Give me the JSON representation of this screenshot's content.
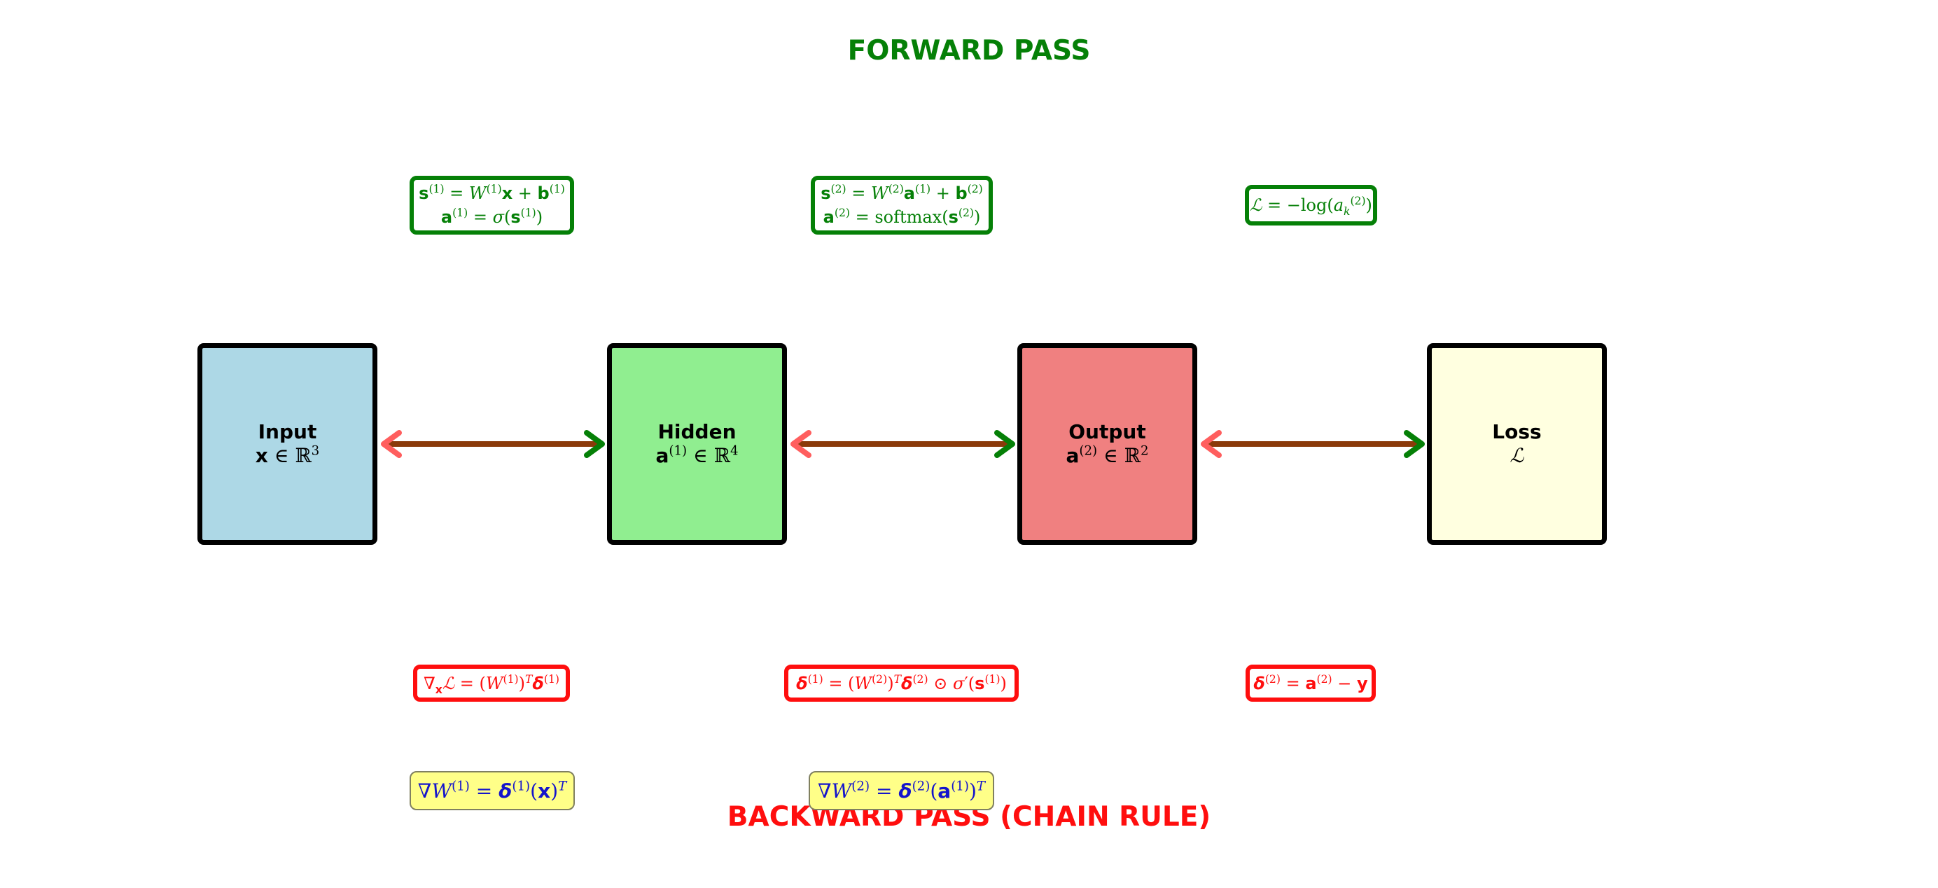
{
  "titles": {
    "forward": "FORWARD PASS",
    "backward": "BACKWARD PASS (CHAIN RULE)"
  },
  "nodes": [
    {
      "name": "Input",
      "dim": "x ∈ ℝ³",
      "color": "#add8e6"
    },
    {
      "name": "Hidden",
      "dim": "a⁽¹⁾ ∈ ℝ⁴",
      "color": "#90ee90"
    },
    {
      "name": "Output",
      "dim": "a⁽²⁾ ∈ ℝ²",
      "color": "#f08080"
    },
    {
      "name": "Loss",
      "dim": "ℒ",
      "color": "#ffffe0"
    }
  ],
  "forward_equations": [
    {
      "line1": "s⁽¹⁾ = W⁽¹⁾x + b⁽¹⁾",
      "line2": "a⁽¹⁾ = σ(s⁽¹⁾)"
    },
    {
      "line1": "s⁽²⁾ = W⁽²⁾a⁽¹⁾ + b⁽²⁾",
      "line2": "a⁽²⁾ = softmax(s⁽²⁾)"
    },
    {
      "line1": "ℒ = −log(a_k⁽²⁾)"
    }
  ],
  "backward_equations": [
    "∇ₓℒ = (W⁽¹⁾)ᵀδ⁽¹⁾",
    "δ⁽¹⁾ = (W⁽²⁾)ᵀδ⁽²⁾ ⊙ σ′(s⁽¹⁾)",
    "δ⁽²⁾ = a⁽²⁾ − y"
  ],
  "gradient_equations": [
    "∇W⁽¹⁾ = δ⁽¹⁾(x)ᵀ",
    "∇W⁽²⁾ = δ⁽²⁾(a⁽¹⁾)ᵀ"
  ],
  "colors": {
    "forward": "#058007",
    "backward": "#ff0e0e",
    "backward_arrow_head": "#ff5e5e",
    "connector": "#8b3a0a",
    "gradient_text": "#1414cc",
    "gradient_fill": "#ffff88"
  }
}
